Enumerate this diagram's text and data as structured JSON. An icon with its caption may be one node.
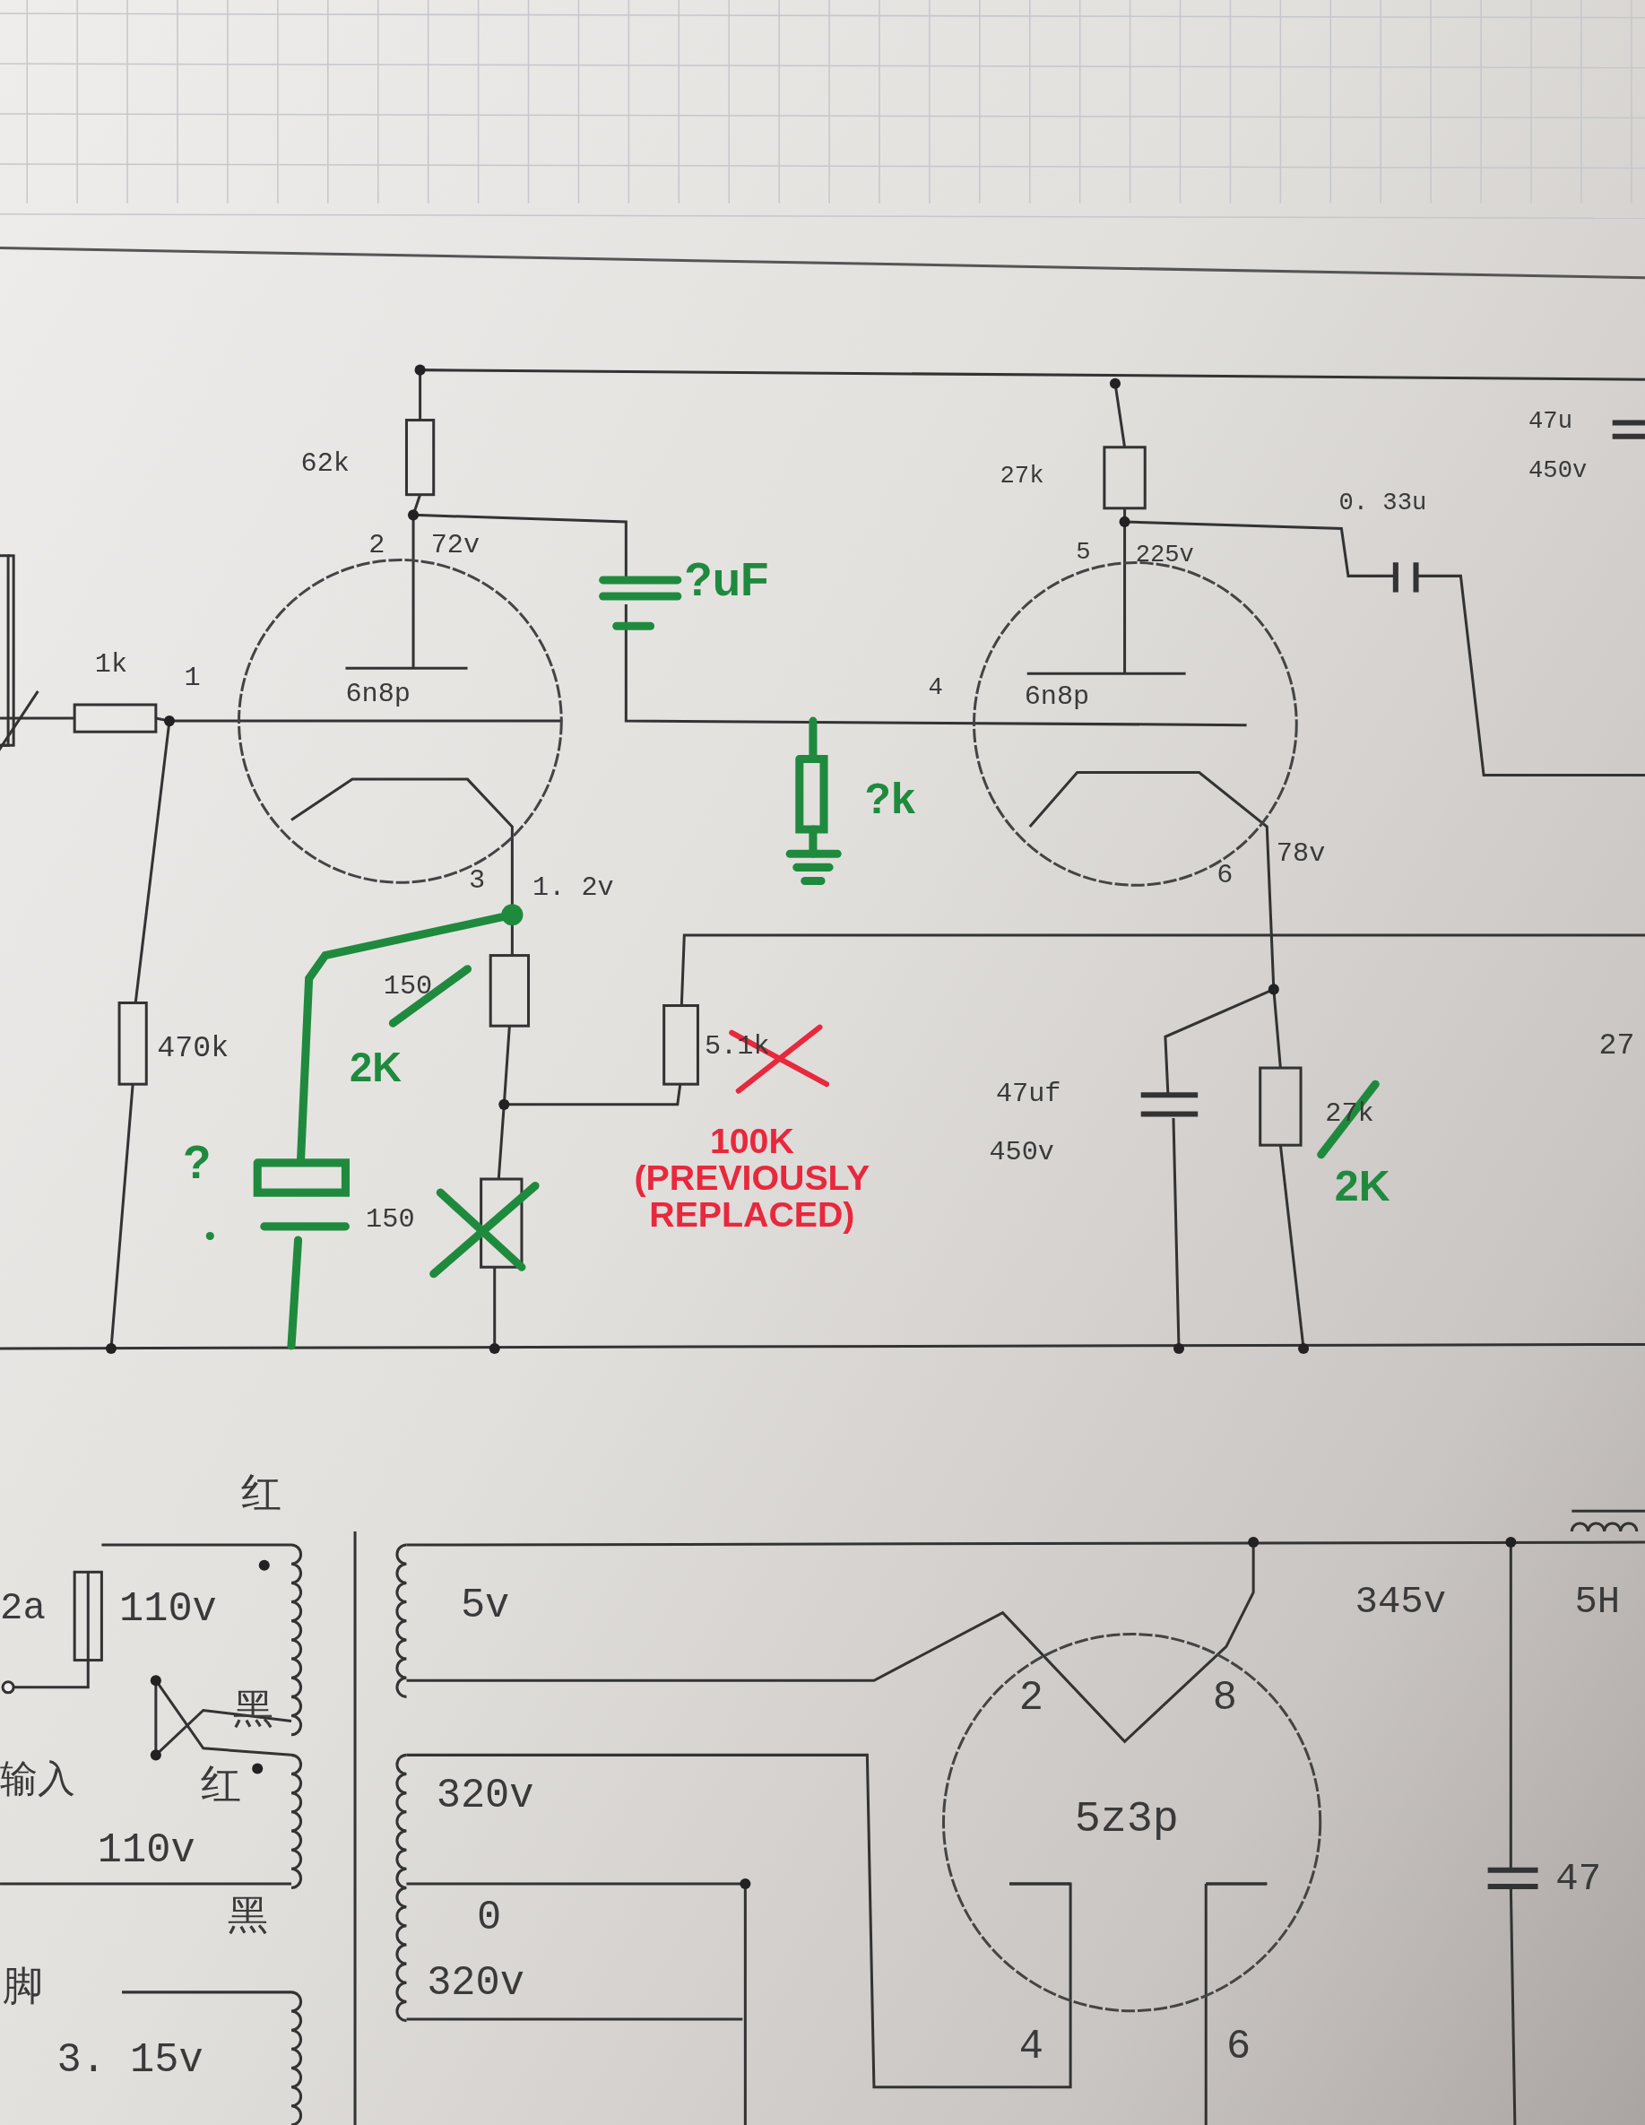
{
  "diagram": {
    "nodes": [
      {
        "text": [
          "6n8p"
        ]
      },
      {
        "text": [
          "6n8p"
        ]
      },
      {
        "text": [
          "5z3p"
        ]
      }
    ],
    "labels": [
      "62k",
      "27k",
      "0. 33u",
      "47u",
      "450v",
      "2",
      "72v",
      "?uF",
      "5",
      "225v",
      "1k",
      "1",
      "4",
      "?k",
      "3",
      "1. 2v",
      "6",
      "78v",
      "150",
      "2K",
      "470k",
      "5.1k",
      "47uf",
      "27k",
      "27",
      "100K (PREVIOUSLY REPLACED)",
      "450v",
      "2K",
      "?",
      "150",
      "红",
      "2a",
      "110v",
      "黑",
      "输入",
      "红",
      "110v",
      "黑",
      "脚",
      "3. 15v",
      "5v",
      "320v",
      "0",
      "320v",
      "2",
      "8",
      "4",
      "6",
      "345v",
      "5H",
      "47"
    ]
  }
}
